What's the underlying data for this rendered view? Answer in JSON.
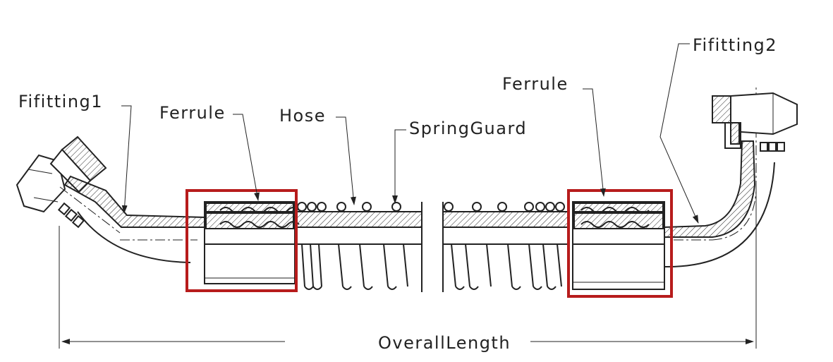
{
  "labels": {
    "fitting1": "Fifitting1",
    "fitting2": "Fifitting2",
    "ferrule_left": "Ferrule",
    "ferrule_right": "Ferrule",
    "hose": "Hose",
    "spring_guard": "SpringGuard",
    "overall_length": "OverallLength"
  },
  "colors": {
    "line": "#222222",
    "highlight": "#b71c1c",
    "background": "#ffffff"
  }
}
